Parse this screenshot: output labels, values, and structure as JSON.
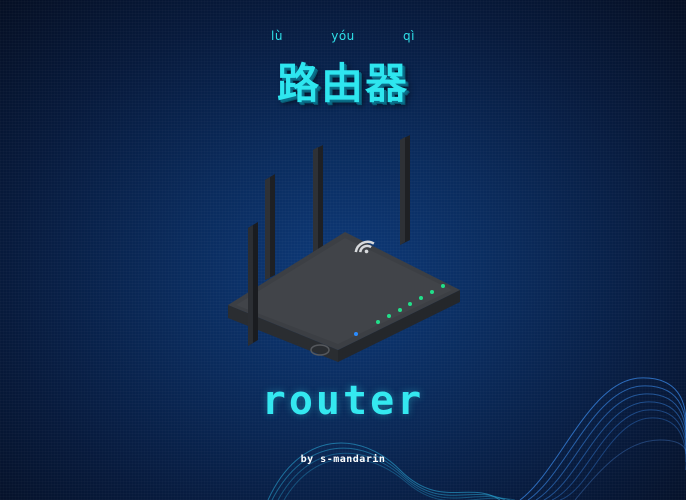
{
  "pinyin": [
    "lù",
    "yóu",
    "qì"
  ],
  "hanzi": "路由器",
  "english": "router",
  "credit": "by s-mandarin",
  "colors": {
    "background": "#0a2b5c",
    "accent": "#2ee6ef",
    "led_green": "#21e08a",
    "led_blue": "#2a8cff",
    "router_body": "#3c3f44"
  },
  "icons": [
    "wifi-icon"
  ]
}
